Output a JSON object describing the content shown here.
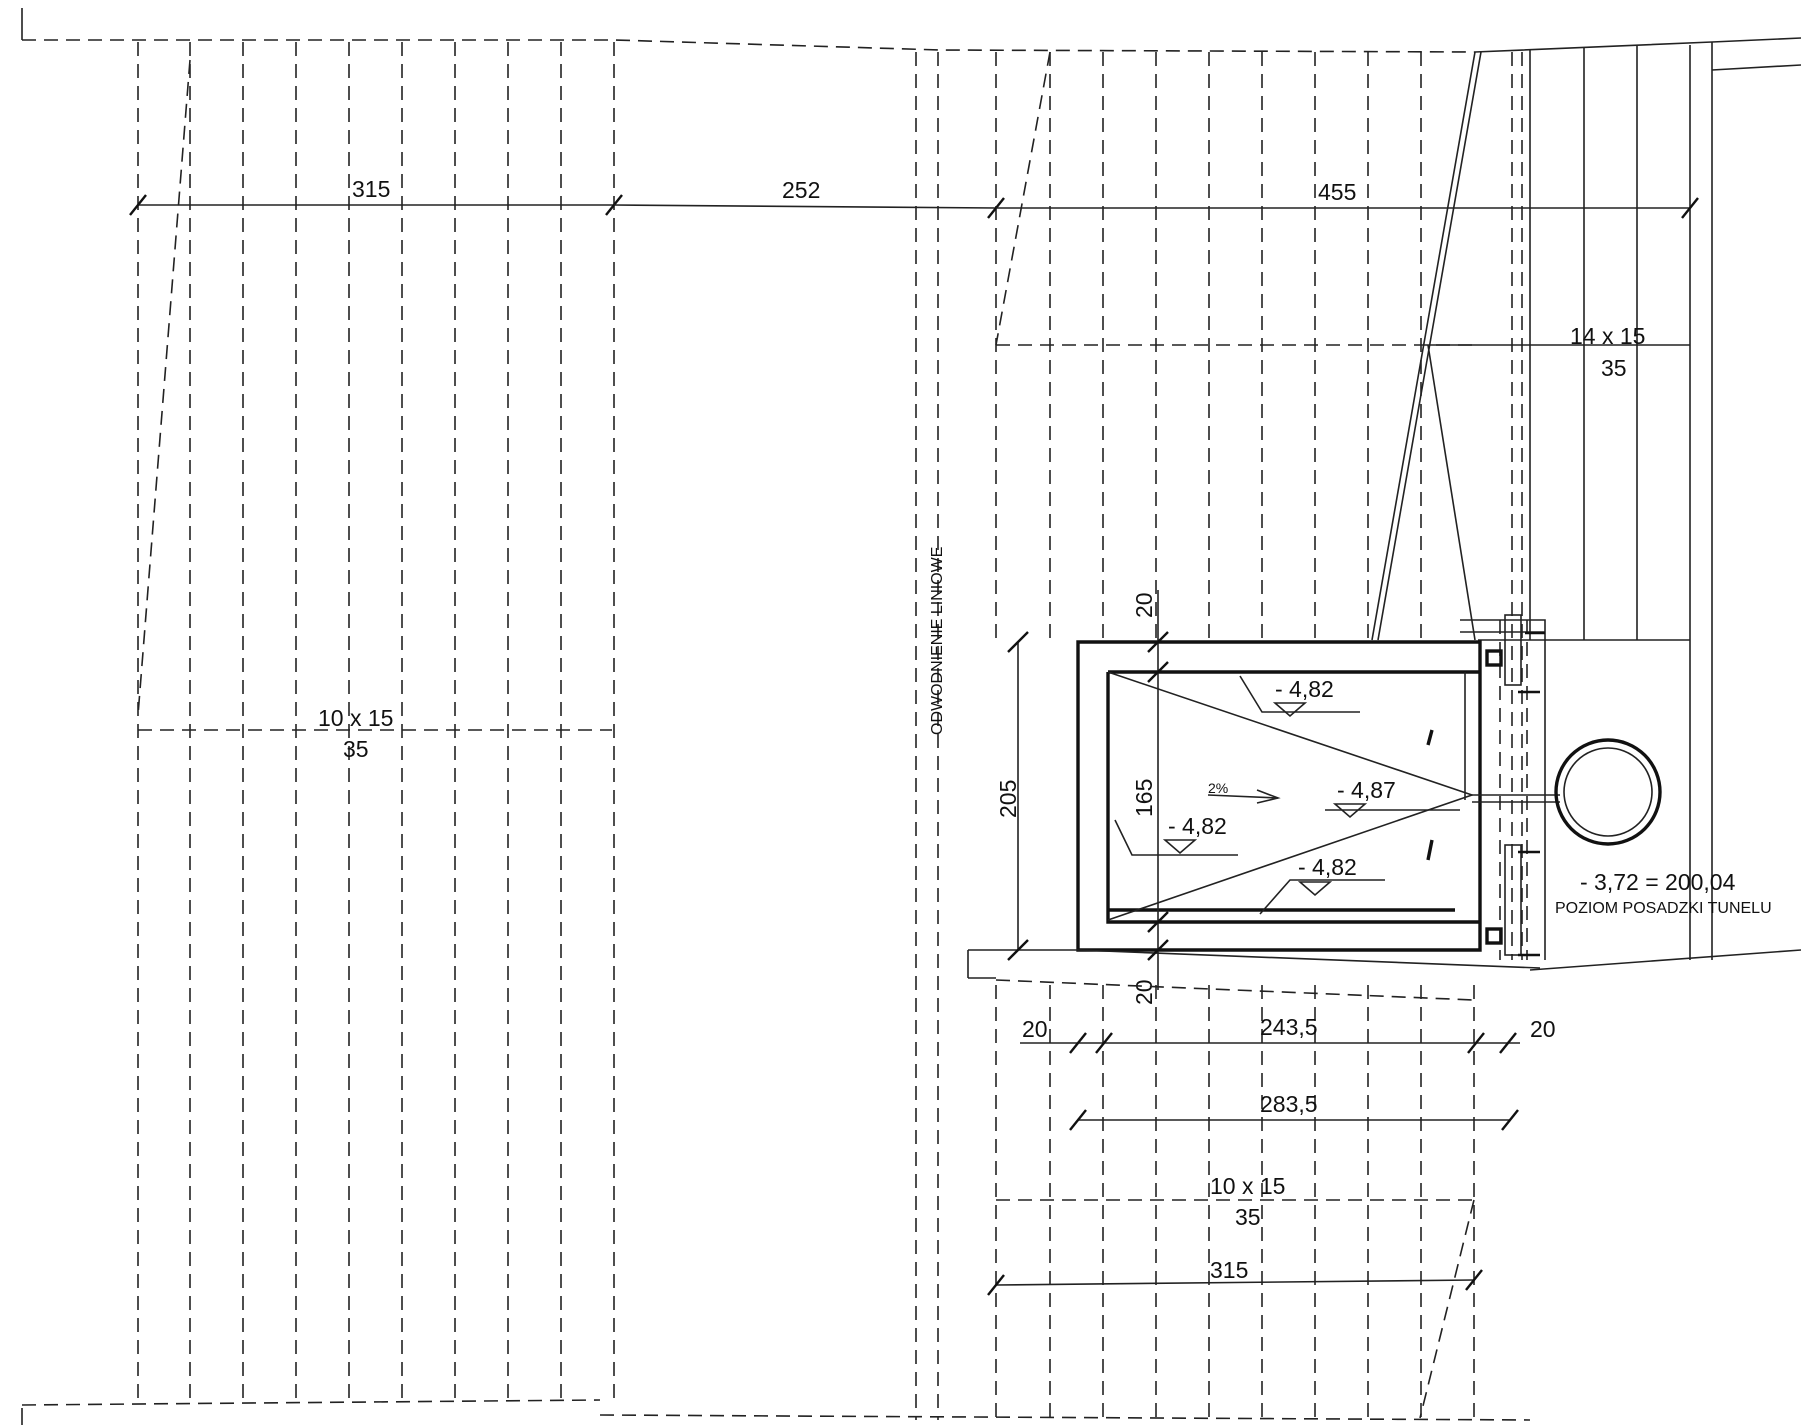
{
  "drawing": {
    "dimensions": {
      "d_315_top": "315",
      "d_252": "252",
      "d_455": "455",
      "d_205": "205",
      "d_165": "165",
      "d_20_top": "20",
      "d_20_bottom": "20",
      "d_20_left": "20",
      "d_20_right": "20",
      "d_243_5": "243,5",
      "d_283_5": "283,5",
      "d_315_bottom": "315"
    },
    "stairs": {
      "left_count": "10 x 15",
      "left_depth": "35",
      "right_count": "14 x 15",
      "right_depth": "35",
      "bottom_count": "10 x 15",
      "bottom_depth": "35"
    },
    "levels": {
      "lvl_top": "- 4,82",
      "lvl_center": "- 4,87",
      "lvl_left": "- 4,82",
      "lvl_bottom": "- 4,82",
      "slope": "2%"
    },
    "drainage_label": "ODWODNIENIE LINIOWE",
    "tunnel_level": "- 3,72 = 200,04",
    "tunnel_floor_label": "POZIOM POSADZKI TUNELU"
  }
}
